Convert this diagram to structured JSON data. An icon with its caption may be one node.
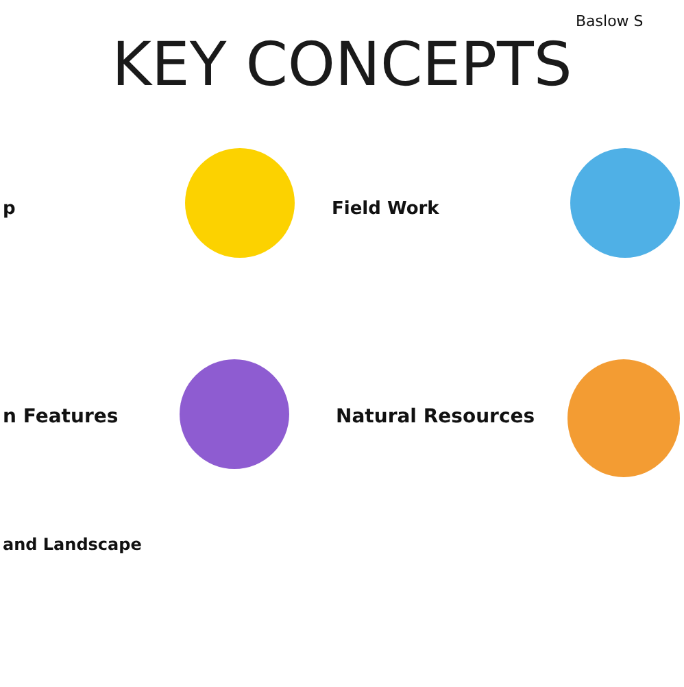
{
  "diagram": {
    "title": "KEY CONCEPTS",
    "nodes": [
      {
        "text": [],
        "shape": "circle"
      },
      {
        "text": [],
        "shape": "circle"
      },
      {
        "text": [],
        "shape": "circle"
      },
      {
        "text": [],
        "shape": "circle"
      }
    ],
    "edges": [],
    "labels": [
      "Baslow S",
      "p",
      "Field Work",
      "n Features",
      "Natural Resources",
      "and Landscape"
    ]
  }
}
